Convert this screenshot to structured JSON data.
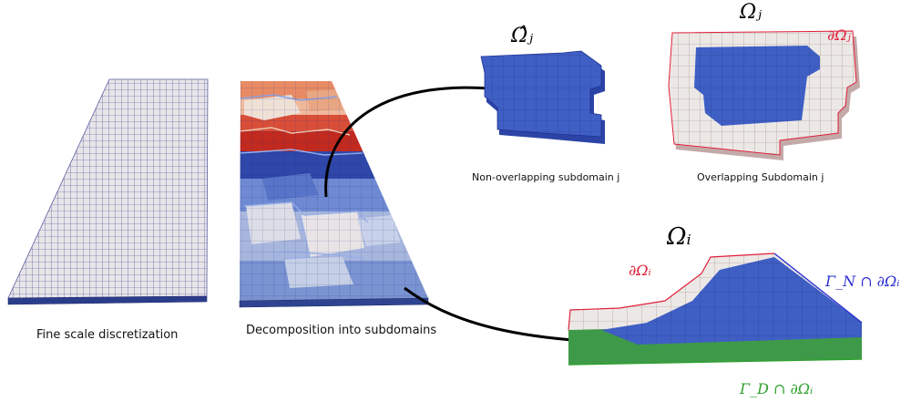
{
  "captions": {
    "fine": "Fine scale discretization",
    "decomp": "Decomposition into subdomains",
    "nonoverlap": "Non-overlapping subdomain j",
    "overlap": "Overlapping Subdomain j"
  },
  "math": {
    "omega_hat_j": "Ω̂ⱼ",
    "omega_j": "Ωⱼ",
    "boundary_omega_j": "∂Ωⱼ",
    "omega_i": "Ωᵢ",
    "boundary_omega_i": "∂Ωᵢ",
    "gamma_n": "Γ_N ∩ ∂Ωᵢ",
    "gamma_d": "Γ_D ∩ ∂Ωᵢ"
  },
  "colors": {
    "grid_line": "#2b2f8a",
    "plate_fill": "#e6e3e6",
    "subdomain_blue": "#3f5fc4",
    "boundary_red": "#e0203a",
    "neumann_blue": "#2a2fd0",
    "dirichlet_green": "#2fa02f"
  }
}
